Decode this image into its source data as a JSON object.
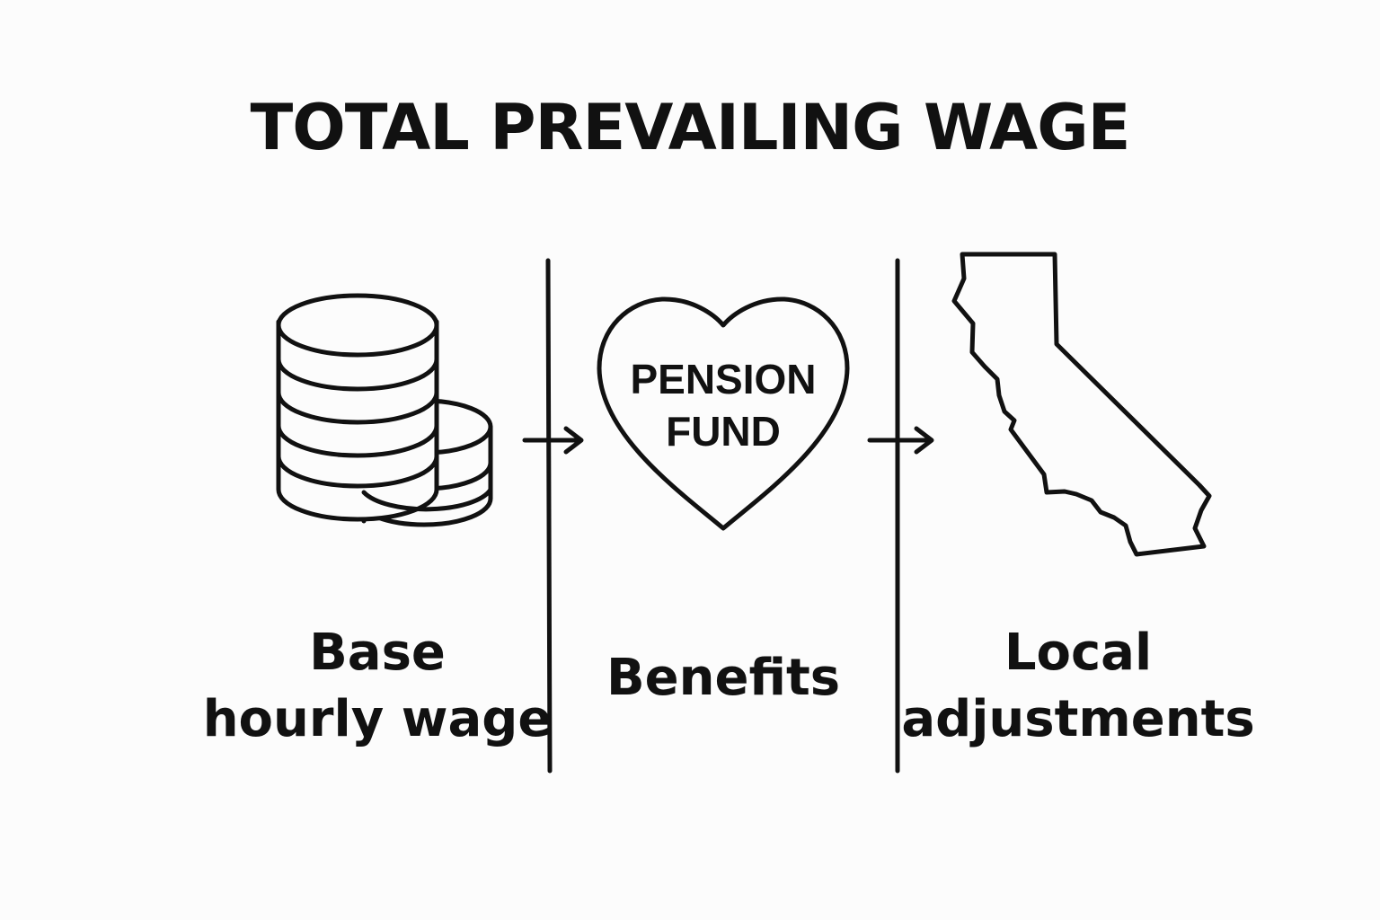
{
  "title": "TOTAL PREVAILING WAGE",
  "components": [
    {
      "icon": "coin-stack-icon",
      "label_lines": [
        "Base",
        "hourly wage"
      ]
    },
    {
      "icon": "heart-icon",
      "icon_text_lines": [
        "PENSION",
        "FUND"
      ],
      "label_lines": [
        "Benefits"
      ]
    },
    {
      "icon": "california-map-icon",
      "label_lines": [
        "Local",
        "adjustments"
      ]
    }
  ],
  "colors": {
    "stroke": "#111111",
    "background": "#fcfcfc"
  }
}
